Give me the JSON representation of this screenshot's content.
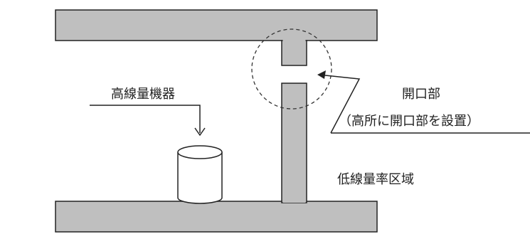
{
  "labels": {
    "high_dose_equipment": "高線量機器",
    "opening": "開口部",
    "opening_note": "（高所に開口部を設置）",
    "low_dose_area": "低線量率区域"
  },
  "colors": {
    "wall_fill": "#bfbfbf",
    "line": "#222222",
    "background": "#ffffff"
  }
}
